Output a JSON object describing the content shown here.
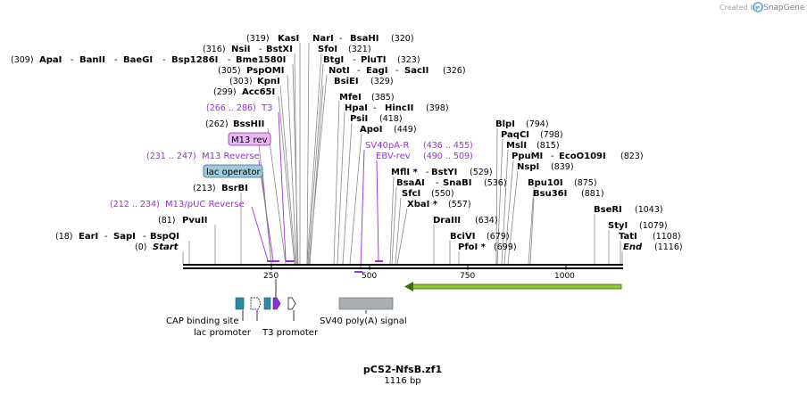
{
  "credit": "Created by",
  "brand": "SnapGene",
  "plasmid": {
    "name": "pCS2-NfsB.zf1",
    "length_label": "1116 bp",
    "length": 1116
  },
  "axis": {
    "ticks": [
      "250",
      "500",
      "750",
      "1000"
    ]
  },
  "enzymes": [
    {
      "left": "(319)",
      "names": [
        "KasI"
      ]
    },
    {
      "names": [
        "NarI",
        "BsaHI"
      ],
      "right": "(320)"
    },
    {
      "left": "(316)",
      "names": [
        "NsiI",
        "BstXI"
      ]
    },
    {
      "names": [
        "SfoI"
      ],
      "right": "(321)"
    },
    {
      "left": "(309)",
      "names": [
        "ApaI",
        "BanII",
        "BaeGI",
        "Bsp1286I",
        "Bme1580I"
      ]
    },
    {
      "names": [
        "BtgI",
        "PluTI"
      ],
      "right": "(323)"
    },
    {
      "left": "(305)",
      "names": [
        "PspOMI"
      ]
    },
    {
      "names": [
        "NotI",
        "EagI",
        "SacII"
      ],
      "right": "(326)"
    },
    {
      "left": "(303)",
      "names": [
        "KpnI"
      ]
    },
    {
      "names": [
        "BsiEI"
      ],
      "right": "(329)"
    },
    {
      "left": "(299)",
      "names": [
        "Acc65I"
      ]
    },
    {
      "names": [
        "MfeI"
      ],
      "right": "(385)"
    },
    {
      "names": [
        "HpaI",
        "HincII"
      ],
      "right": "(398)"
    },
    {
      "names": [
        "PsiI"
      ],
      "right": "(418)"
    },
    {
      "left": "(262)",
      "names": [
        "BssHII"
      ]
    },
    {
      "names": [
        "ApoI"
      ],
      "right": "(449)"
    },
    {
      "names": [
        "BlpI"
      ],
      "right": "(794)"
    },
    {
      "names": [
        "PaqCI"
      ],
      "right": "(798)"
    },
    {
      "names": [
        "MslI"
      ],
      "right": "(815)"
    },
    {
      "names": [
        "PpuMI",
        "EcoO109I"
      ],
      "right": "(823)"
    },
    {
      "names": [
        "NspI"
      ],
      "right": "(839)"
    },
    {
      "names": [
        "MflI *",
        "BstYI"
      ],
      "right": "(529)"
    },
    {
      "names": [
        "BsaAI",
        "SnaBI"
      ],
      "right": "(536)"
    },
    {
      "names": [
        "Bpu10I"
      ],
      "right": "(875)"
    },
    {
      "names": [
        "SfcI"
      ],
      "right": "(550)"
    },
    {
      "names": [
        "Bsu36I"
      ],
      "right": "(881)"
    },
    {
      "left": "(213)",
      "names": [
        "BsrBI"
      ]
    },
    {
      "names": [
        "XbaI *"
      ],
      "right": "(557)"
    },
    {
      "names": [
        "BseRI"
      ],
      "right": "(1043)"
    },
    {
      "left": "(81)",
      "names": [
        "PvuII"
      ]
    },
    {
      "names": [
        "DraIII"
      ],
      "right": "(634)"
    },
    {
      "names": [
        "StyI"
      ],
      "right": "(1079)"
    },
    {
      "left": "(18)",
      "names": [
        "EarI",
        "SapI",
        "BspQI"
      ]
    },
    {
      "names": [
        "BciVI"
      ],
      "right": "(679)"
    },
    {
      "names": [
        "TatI"
      ],
      "right": "(1108)"
    },
    {
      "left": "(0)",
      "names": [
        "Start"
      ]
    },
    {
      "names": [
        "PfoI *"
      ],
      "right": "(699)"
    },
    {
      "names": [
        "End"
      ],
      "right": "(1116)"
    }
  ],
  "primers": [
    {
      "range": "(266 .. 286)",
      "name": "T3"
    },
    {
      "range": "(231 .. 247)",
      "name": "M13 Reverse"
    },
    {
      "range": "(212 .. 234)",
      "name": "M13/pUC Reverse"
    },
    {
      "name": "SV40pA-R",
      "range": "(436 .. 455)"
    },
    {
      "name": "EBV-rev",
      "range": "(490 .. 509)"
    }
  ],
  "boxed": [
    {
      "name": "M13 rev",
      "color": "#E9B6F7"
    },
    {
      "name": "lac operator",
      "color": "#9EC9D9"
    }
  ],
  "features": [
    {
      "name": "CAP binding site"
    },
    {
      "name": "lac promoter"
    },
    {
      "name": "T3 promoter"
    },
    {
      "name": "SV40 poly(A) signal"
    }
  ],
  "colors": {
    "primer": "#9B30D9",
    "cap": "#2E8AA0",
    "polyA": "#A9AEB3",
    "orf": "#8CCB2E",
    "t3": "#8B2BE2"
  }
}
